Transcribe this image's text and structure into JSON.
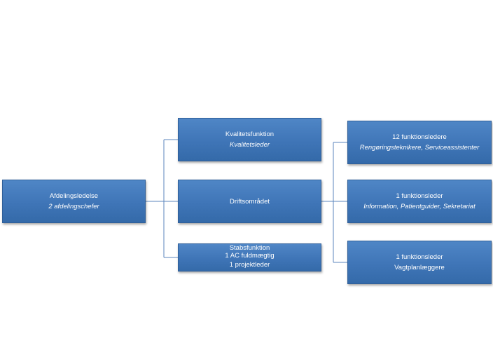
{
  "root": {
    "title": "Afdelingsledelse",
    "subtitle": "2 afdelingschefer"
  },
  "level1": [
    {
      "title": "Kvalitetsfunktion",
      "subtitle": "Kvalitetsleder"
    },
    {
      "title": "Driftsområdet"
    },
    {
      "title": "Stabsfunktion",
      "line2": "1 AC fuldmægtig",
      "line3": "1 projektleder"
    }
  ],
  "level2": [
    {
      "title": "12 funktionsledere",
      "subtitle": "Rengøringsteknikere, Serviceassistenter"
    },
    {
      "title": "1 funktionsleder",
      "subtitle": "Information, Patientguider,  Sekretariat"
    },
    {
      "title": "1 funktionsleder",
      "line2": "Vagtplanlæggere"
    }
  ]
}
